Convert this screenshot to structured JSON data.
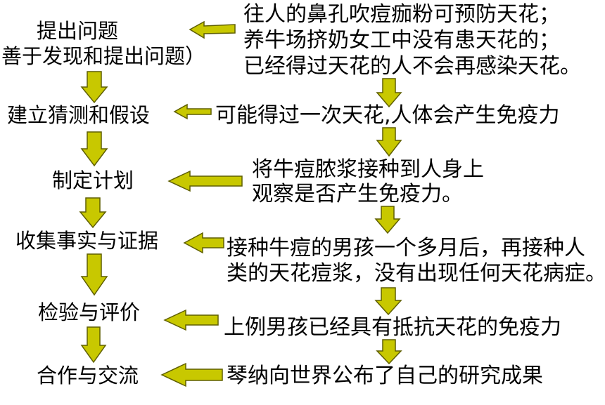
{
  "steps": [
    {
      "label": "提出问题",
      "note": "善于发现和提出问题）"
    },
    {
      "label": "建立猜测和假设"
    },
    {
      "label": "制定计划"
    },
    {
      "label": "收集事实与证据"
    },
    {
      "label": "检验与评价"
    },
    {
      "label": "合作与交流"
    }
  ],
  "evidence": [
    {
      "lines": [
        "往人的鼻孔吹痘痂粉可预防天花；",
        "养牛场挤奶女工中没有患天花的；",
        "已经得过天花的人不会再感染天花。"
      ]
    },
    {
      "lines": [
        "可能得过一次天花,人体会产生免疫力"
      ]
    },
    {
      "lines": [
        "将牛痘脓浆接种到人身上",
        "观察是否产生免疫力。"
      ]
    },
    {
      "lines": [
        "接种牛痘的男孩一个多月后，再接种人",
        "类的天花痘浆，没有出现任何天花病症。"
      ]
    },
    {
      "lines": [
        "上例男孩已经具有抵抗天花的免疫力"
      ]
    },
    {
      "lines": [
        "琴纳向世界公布了自己的研究成果"
      ]
    }
  ],
  "colors": {
    "arrow_fill": "#c8c800",
    "arrow_stroke": "#5f5f00",
    "text": "#000000",
    "background": "#ffffff"
  }
}
